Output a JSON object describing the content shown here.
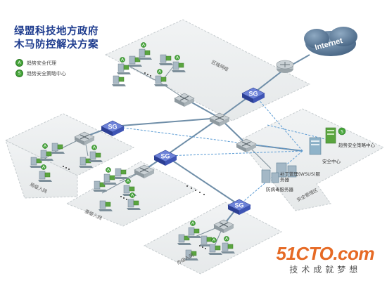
{
  "title": {
    "line1": "绿盟科技地方政府",
    "line2": "木马防控解决方案"
  },
  "legend": [
    {
      "icon": "agent-icon",
      "label": "趋势安全代理"
    },
    {
      "icon": "policy-center-icon",
      "label": "趋势安全策略中心"
    }
  ],
  "zones": {
    "core": "区级网络",
    "left": "局级入网",
    "middle": "委级入网",
    "bottom": "办级入网",
    "security": "安全管理区"
  },
  "cloud_label": "Internet",
  "sg_label": "SG",
  "servers": {
    "policy_center": "趋势安全策略中心",
    "security_center": "安全中心",
    "patch_server": "补丁管理(WSUS)服务器",
    "antivirus_server": "防病毒服务器"
  },
  "watermark": {
    "logo": "51CTO.com",
    "sub": "技术成就梦想"
  },
  "colors": {
    "title": "#1d3b8e",
    "accent_green": "#46a53a",
    "sg_blue": "#3f55b5",
    "link": "#6f8ea8",
    "dashed": "#5a9bd4"
  }
}
